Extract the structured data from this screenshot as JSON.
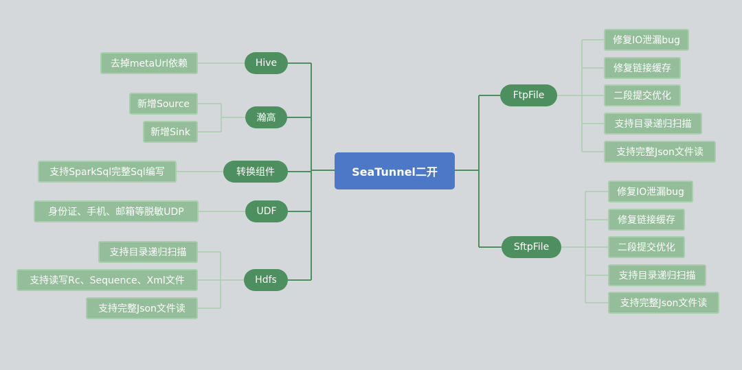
{
  "mindmap": {
    "root": "SeaTunnel二开",
    "left_branches": [
      {
        "label": "Hive",
        "children": [
          "去掉metaUrl依赖"
        ]
      },
      {
        "label": "瀚高",
        "children": [
          "新增Source",
          "新增Sink"
        ]
      },
      {
        "label": "转换组件",
        "children": [
          "支持SparkSql完整Sql编写"
        ]
      },
      {
        "label": "UDF",
        "children": [
          "身份证、手机、邮箱等脱敏UDP"
        ]
      },
      {
        "label": "Hdfs",
        "children": [
          "支持目录递归扫描",
          "支持读写Rc、Sequence、Xml文件",
          "支持完整Json文件读"
        ]
      }
    ],
    "right_branches": [
      {
        "label": "FtpFile",
        "children": [
          "修复IO泄漏bug",
          "修复链接缓存",
          "二段提交优化",
          "支持目录递归扫描",
          "支持完整Json文件读"
        ]
      },
      {
        "label": "SftpFile",
        "children": [
          "修复IO泄漏bug",
          "修复链接缓存",
          "二段提交优化",
          "支持目录递归扫描",
          "支持完整Json文件读"
        ]
      }
    ],
    "colors": {
      "background": "#d5d8db",
      "root": "#4d77c7",
      "branch": "#4e8f5f",
      "leaf": "#94be9a",
      "branch_link": "#4e8f5f",
      "leaf_link": "#a9cdad"
    }
  }
}
